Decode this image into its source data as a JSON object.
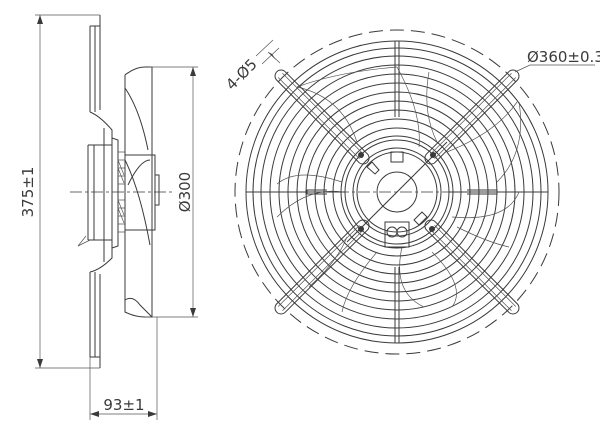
{
  "drawing": {
    "side_view": {
      "overall_height_label": "375±1",
      "impeller_diameter_label": "Ø300",
      "depth_label": "93±1"
    },
    "front_view": {
      "mounting_holes_label": "4-Ø5",
      "bolt_circle_label": "Ø360±0.3"
    },
    "line_color": "#3a3a3a"
  }
}
